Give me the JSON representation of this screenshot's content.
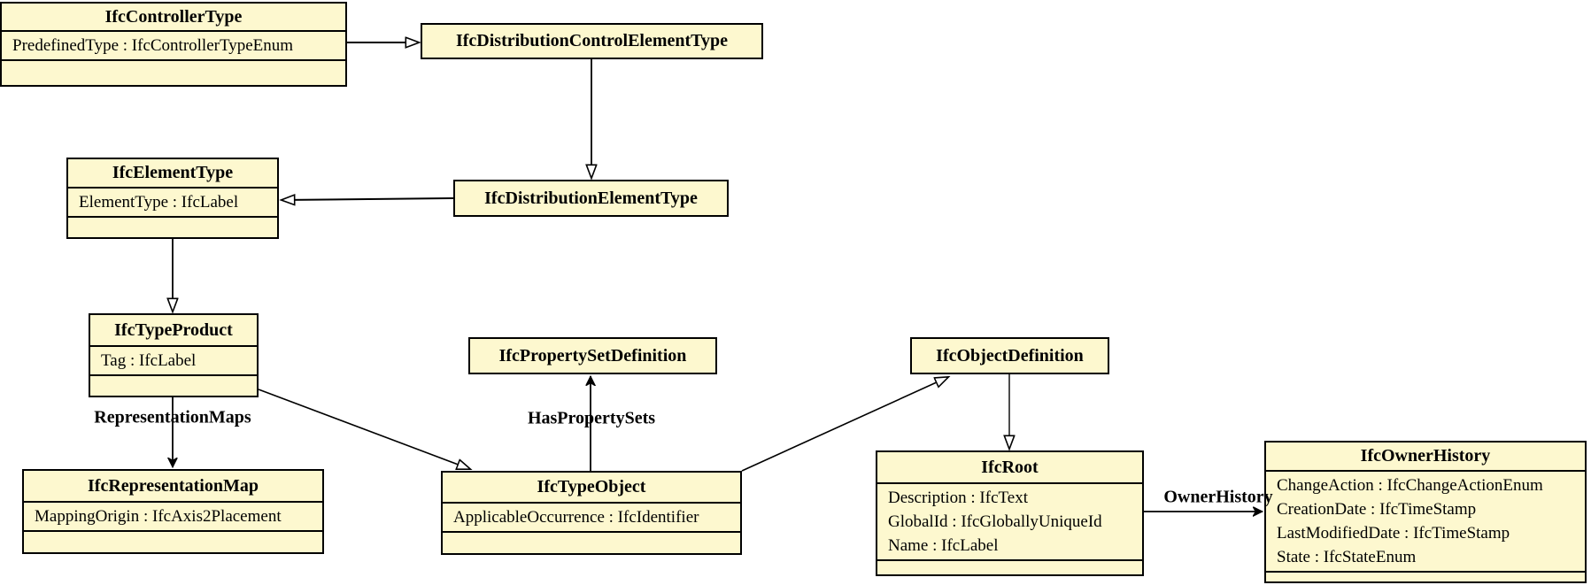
{
  "colors": {
    "box_fill": "#fdf8cf",
    "box_border": "#000000",
    "line": "#000000",
    "background": "#ffffff"
  },
  "classes": [
    {
      "name": "IfcControllerType",
      "attributes": [
        "PredefinedType : IfcControllerTypeEnum"
      ]
    },
    {
      "name": "IfcDistributionControlElementType",
      "attributes": []
    },
    {
      "name": "IfcElementType",
      "attributes": [
        "ElementType : IfcLabel"
      ]
    },
    {
      "name": "IfcDistributionElementType",
      "attributes": []
    },
    {
      "name": "IfcTypeProduct",
      "attributes": [
        "Tag : IfcLabel"
      ]
    },
    {
      "name": "IfcPropertySetDefinition",
      "attributes": []
    },
    {
      "name": "IfcObjectDefinition",
      "attributes": []
    },
    {
      "name": "IfcRepresentationMap",
      "attributes": [
        "MappingOrigin : IfcAxis2Placement"
      ]
    },
    {
      "name": "IfcTypeObject",
      "attributes": [
        "ApplicableOccurrence : IfcIdentifier"
      ]
    },
    {
      "name": "IfcRoot",
      "attributes": [
        "Description : IfcText",
        "GlobalId : IfcGloballyUniqueId",
        "Name : IfcLabel"
      ]
    },
    {
      "name": "IfcOwnerHistory",
      "attributes": [
        "ChangeAction : IfcChangeActionEnum",
        "CreationDate : IfcTimeStamp",
        "LastModifiedDate : IfcTimeStamp",
        "State : IfcStateEnum"
      ]
    }
  ],
  "relationships": [
    {
      "from": "IfcControllerType",
      "to": "IfcDistributionControlElementType",
      "type": "generalization"
    },
    {
      "from": "IfcDistributionControlElementType",
      "to": "IfcDistributionElementType",
      "type": "generalization"
    },
    {
      "from": "IfcDistributionElementType",
      "to": "IfcElementType",
      "type": "generalization"
    },
    {
      "from": "IfcElementType",
      "to": "IfcTypeProduct",
      "type": "generalization"
    },
    {
      "from": "IfcTypeProduct",
      "to": "IfcTypeObject",
      "type": "generalization"
    },
    {
      "from": "IfcTypeObject",
      "to": "IfcObjectDefinition",
      "type": "generalization"
    },
    {
      "from": "IfcObjectDefinition",
      "to": "IfcRoot",
      "type": "generalization"
    },
    {
      "from": "IfcTypeProduct",
      "to": "IfcRepresentationMap",
      "type": "association",
      "label": "RepresentationMaps"
    },
    {
      "from": "IfcTypeObject",
      "to": "IfcPropertySetDefinition",
      "type": "association",
      "label": "HasPropertySets"
    },
    {
      "from": "IfcRoot",
      "to": "IfcOwnerHistory",
      "type": "association",
      "label": "OwnerHistory"
    }
  ]
}
